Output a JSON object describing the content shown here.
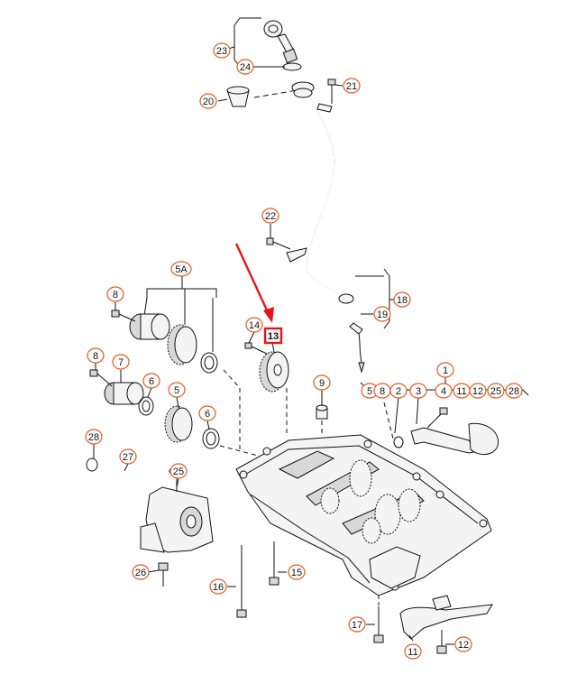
{
  "diagram": {
    "accent_color": "#e8571d",
    "highlight_color": "#e8141b",
    "callouts": [
      "23",
      "24",
      "21",
      "20",
      "22",
      "18",
      "19",
      "5A",
      "8",
      "14",
      "13",
      "8",
      "7",
      "6",
      "5",
      "6",
      "9",
      "1",
      "5",
      "8",
      "2",
      "3",
      "4",
      "11",
      "12",
      "25",
      "28",
      "28",
      "27",
      "25",
      "26",
      "16",
      "15",
      "17",
      "11",
      "12"
    ],
    "highlighted": "13",
    "group_label_1": [
      "5",
      "8",
      "2",
      "3",
      "4",
      "11",
      "12",
      "25",
      "28"
    ]
  }
}
